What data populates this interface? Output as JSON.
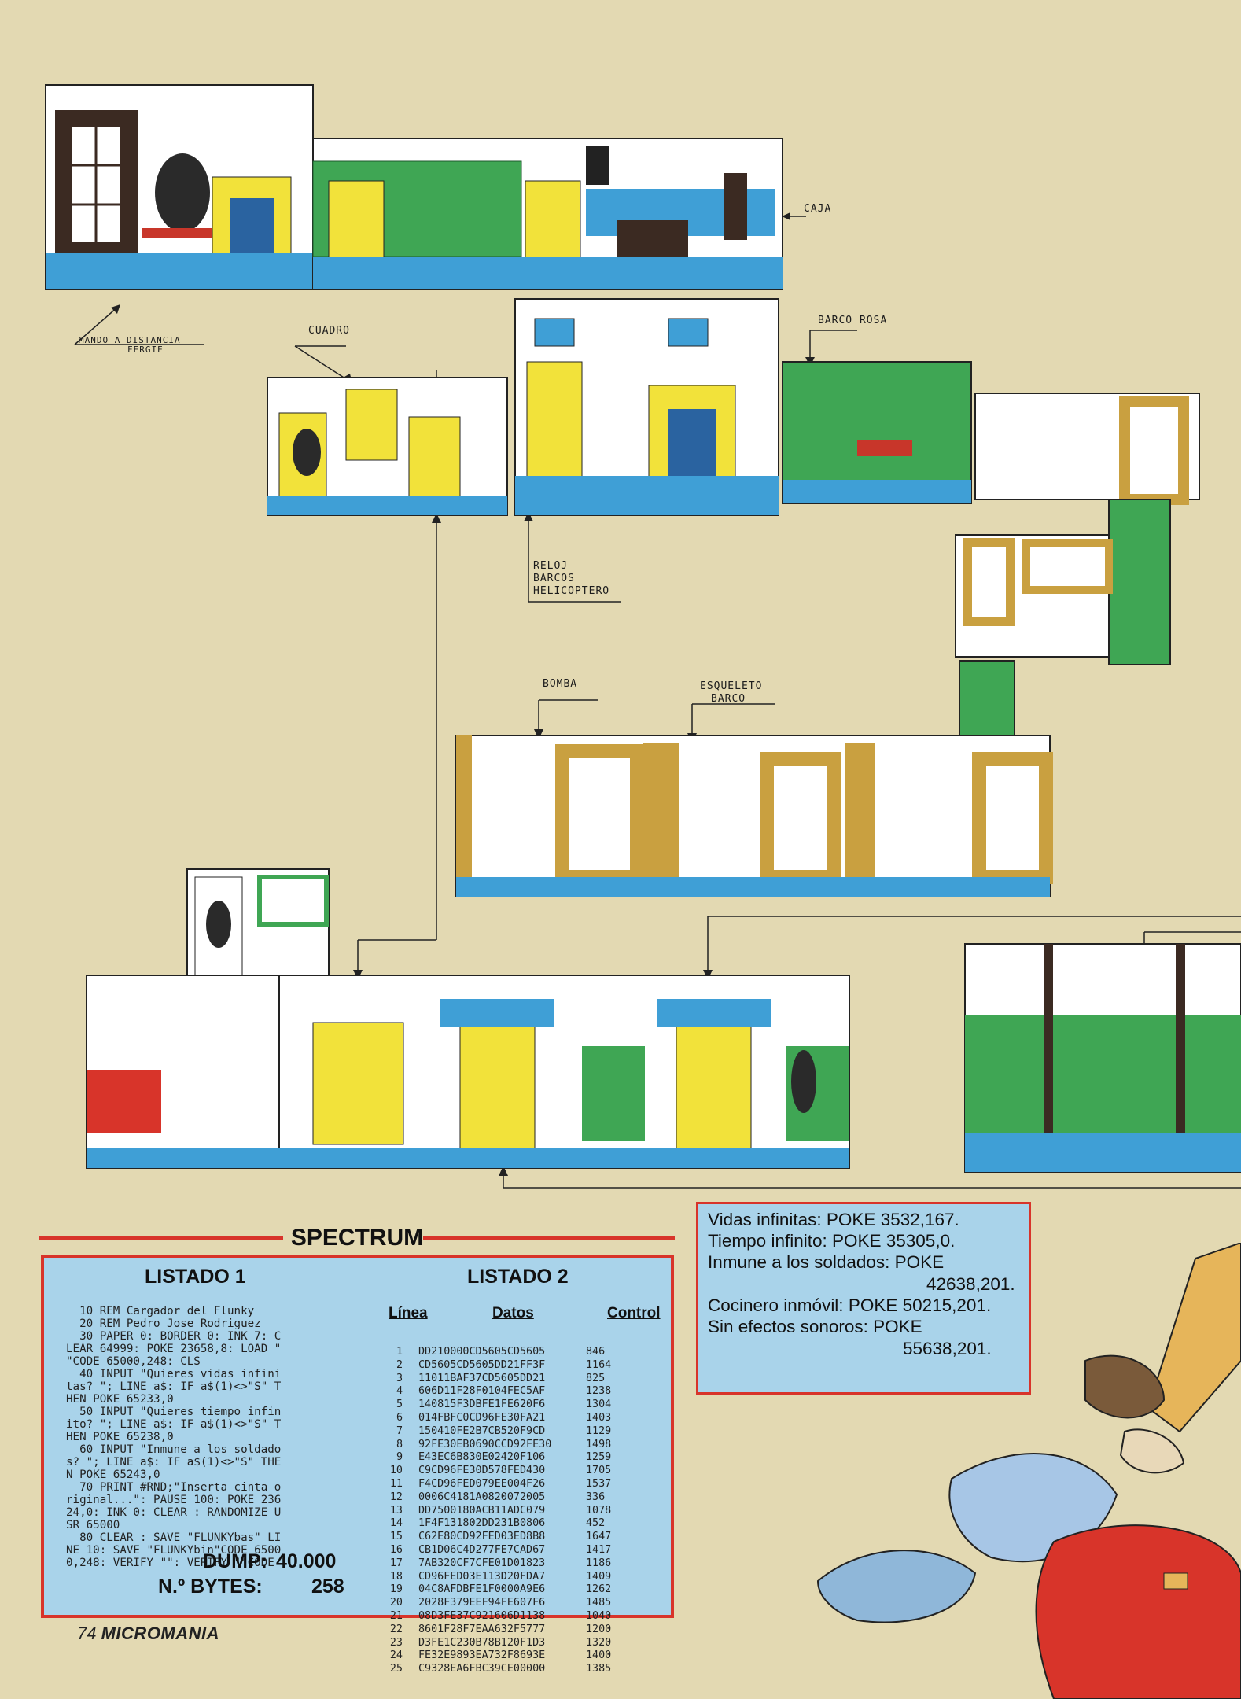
{
  "map": {
    "labels": {
      "caja": "CAJA",
      "mando_line1": "MANDO A DISTANCIA",
      "mando_line2": "FERGIE",
      "cuadro": "CUADRO",
      "barco_rosa": "BARCO ROSA",
      "relos_line1": "RELOJ",
      "relos_line2": "BARCOS",
      "relos_line3": "HELICOPTERO",
      "bomba": "BOMBA",
      "esqueleto_line1": "ESQUELETO",
      "esqueleto_line2": "BARCO"
    },
    "colors": {
      "wall": "#ffffff",
      "panel": "#3fa654",
      "door": "#f2e23a",
      "floor": "#3f9fd6",
      "stone": "#c9a040",
      "furniture": "#3b2a22",
      "red_cabinet": "#d8342a"
    }
  },
  "spectrum": {
    "header": "SPECTRUM",
    "listado1": {
      "title": "LISTADO 1",
      "code": "  10 REM Cargador del Flunky\n  20 REM Pedro Jose Rodriguez\n  30 PAPER 0: BORDER 0: INK 7: C\nLEAR 64999: POKE 23658,8: LOAD \"\n\"CODE 65000,248: CLS\n  40 INPUT \"Quieres vidas infini\ntas? \"; LINE a$: IF a$(1)<>\"S\" T\nHEN POKE 65233,0\n  50 INPUT \"Quieres tiempo infin\nito? \"; LINE a$: IF a$(1)<>\"S\" T\nHEN POKE 65238,0\n  60 INPUT \"Inmune a los soldado\ns? \"; LINE a$: IF a$(1)<>\"S\" THE\nN POKE 65243,0\n  70 PRINT #RND;\"Inserta cinta o\nriginal...\": PAUSE 100: POKE 236\n24,0: INK 0: CLEAR : RANDOMIZE U\nSR 65000\n  80 CLEAR : SAVE \"FLUNKYbas\" LI\nNE 10: SAVE \"FLUNKYbin\"CODE 6500\n0,248: VERIFY \"\": VERIFY \"\"CODE",
      "dump_label": "DUMP:",
      "dump_value": "40.000",
      "bytes_label": "N.º BYTES:",
      "bytes_value": "258"
    },
    "listado2": {
      "title": "LISTADO 2",
      "col_linea": "Línea",
      "col_datos": "Datos",
      "col_control": "Control",
      "rows": [
        [
          "1",
          "DD210000CD5605CD5605",
          "846"
        ],
        [
          "2",
          "CD5605CD5605DD21FF3F",
          "1164"
        ],
        [
          "3",
          "11011BAF37CD5605DD21",
          "825"
        ],
        [
          "4",
          "606D11F28F0104FEC5AF",
          "1238"
        ],
        [
          "5",
          "140815F3DBFE1FE620F6",
          "1304"
        ],
        [
          "6",
          "014FBFC0CD96FE30FA21",
          "1403"
        ],
        [
          "7",
          "150410FE2B7CB520F9CD",
          "1129"
        ],
        [
          "8",
          "92FE30EB0690CCD92FE30",
          "1498"
        ],
        [
          "9",
          "E43EC6B830E02420F106",
          "1259"
        ],
        [
          "10",
          "C9CD96FE30D578FED430",
          "1705"
        ],
        [
          "11",
          "F4CD96FED079EE004F26",
          "1537"
        ],
        [
          "12",
          "0006C4181A0820072005",
          "336"
        ],
        [
          "13",
          "DD7500180ACB11ADC079",
          "1078"
        ],
        [
          "14",
          "1F4F131802DD231B0806",
          "452"
        ],
        [
          "15",
          "C62E80CD92FED03ED8B8",
          "1647"
        ],
        [
          "16",
          "CB1D06C4D277FE7CAD67",
          "1417"
        ],
        [
          "17",
          "7AB320CF7CFE01D01823",
          "1186"
        ],
        [
          "18",
          "CD96FED03E113D20FDA7",
          "1409"
        ],
        [
          "19",
          "04C8AFDBFE1F0000A9E6",
          "1262"
        ],
        [
          "20",
          "2028F379EEF94FE607F6",
          "1485"
        ],
        [
          "21",
          "08D3FE37C921606D1138",
          "1040"
        ],
        [
          "22",
          "8601F28F7EAA632F5777",
          "1200"
        ],
        [
          "23",
          "D3FE1C230B78B120F1D3",
          "1320"
        ],
        [
          "24",
          "FE32E9893EA732F8693E",
          "1400"
        ],
        [
          "25",
          "C9328EA6FBC39CE00000",
          "1385"
        ]
      ]
    }
  },
  "pokes": {
    "line1": "Vidas infinitas:    POKE 3532,167.",
    "line2": "Tiempo infinito:    POKE 35305,0.",
    "line3": "Inmune a los soldados: POKE",
    "line4": "42638,201.",
    "line5": "Cocinero inmóvil:  POKE 50215,201.",
    "line6": "Sin efectos sonoros: POKE",
    "line7": "55638,201."
  },
  "footer": {
    "page": "74",
    "magazine": "MICROMANIA"
  }
}
